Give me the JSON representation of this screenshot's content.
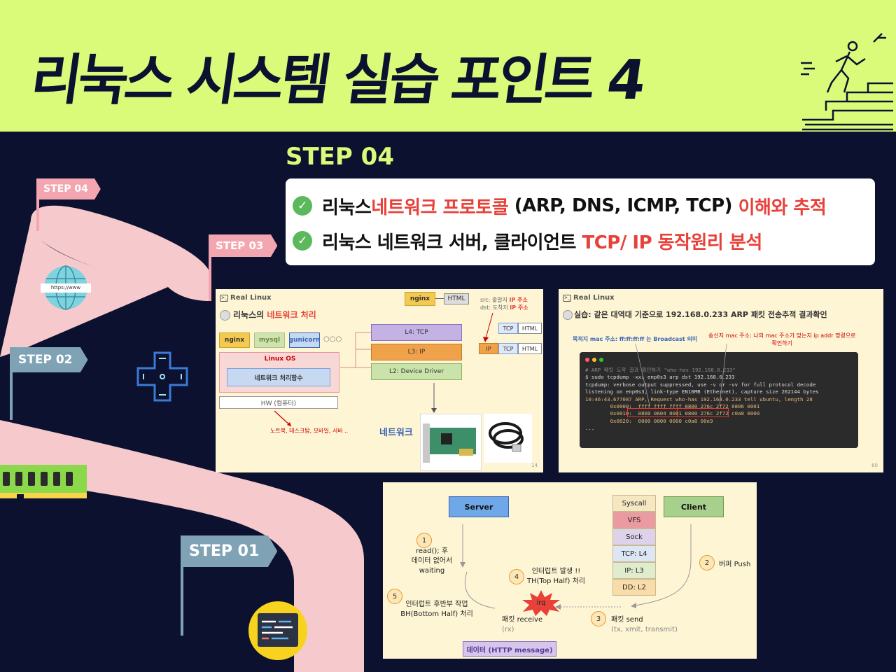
{
  "header": {
    "title": "리눅스 시스템 실습 포인트 4"
  },
  "steps": [
    {
      "label": "STEP 04",
      "color": "#f4a6b0"
    },
    {
      "label": "STEP 03",
      "color": "#f4a6b0"
    },
    {
      "label": "STEP 02",
      "color": "#7fa3b5"
    },
    {
      "label": "STEP 01",
      "color": "#7fa3b5"
    }
  ],
  "step_heading": "STEP 04",
  "objectives": [
    {
      "a": "리눅스 ",
      "b": "네트워크 프로토콜",
      "c": " (ARP, DNS, ICMP, TCP) ",
      "d": "이해와 추적"
    },
    {
      "a": "리눅스 네트워크 서버, 클라이언트 ",
      "b": "TCP/ IP 동작원리 분석"
    }
  ],
  "globe_text": "https://www",
  "slide1": {
    "logo": "Real Linux",
    "title_a": "리눅스의 ",
    "title_b": "네트워크 처리",
    "apps": [
      "nginx",
      "mysql",
      "gunicorn"
    ],
    "more": "○○○",
    "linux_os": "Linux OS",
    "net_func": "네트워크 처리함수",
    "hw": "HW (컴퓨터)",
    "devices": "노트북, 데스크탑, 모바일, 서버 ..",
    "layers": [
      "L4: TCP",
      "L3: IP",
      "L2: Device Driver"
    ],
    "top_nginx": "nginx",
    "top_html": "HTML",
    "src_a": "src: 출발지 ",
    "src_b": "IP 주소",
    "dst_a": "dst: 도착지 ",
    "dst_b": "IP 주소",
    "pkt_tcp": "TCP",
    "pkt_html": "HTML",
    "pkt_ip": "IP",
    "network": "네트워크",
    "page": "14"
  },
  "slide2": {
    "logo": "Real Linux",
    "title": "실습: 같은 대역대 기준으로 192.168.0.233 ARP 패킷 전송추적 결과확인",
    "note_left": "목적지 mac 주소: ff:ff:ff:ff 는 Broadcast 의미",
    "note_right_1": "송신지 mac 주소: 나의 mac 주소가 맞는지 ip addr 명령으로",
    "note_right_2": "확인하기",
    "terminal": [
      "# ARP 패킷 도착 결과 확인하기 \"who-has 192.168.0.233\"",
      "$ sudo tcpdump -xxi enp0s3 arp dst 192.168.0.233",
      "tcpdump: verbose output suppressed, use -v or -vv for full protocol decode",
      "listening on enp0s3, link-type EN10MB (Ethernet), capture size 262144 bytes",
      "10:46:43.677087 ARP, Request who-has 192.168.0.233 tell ubuntu, length 28",
      "        0x0000:  ffff ffff ffff 0800 276c 2f72 0806 0001",
      "        0x0010:  0800 0604 0001 0800 276c 2f72 c0a8 0000",
      "        0x0020:  0000 0000 0000 c0a8 00e9",
      "..."
    ],
    "page": "60"
  },
  "slide3": {
    "server": "Server",
    "client": "Client",
    "stack": [
      "Syscall",
      "VFS",
      "Sock",
      "TCP: L4",
      "IP: L3",
      "DD: L2"
    ],
    "steps": [
      {
        "n": "1",
        "text_1": "read(); 후",
        "text_2": "데이터 없어서",
        "text_3": "waiting"
      },
      {
        "n": "2",
        "text_1": "버퍼 Push"
      },
      {
        "n": "3",
        "text_1": "패킷 send",
        "text_2": "(tx, xmit, transmit)"
      },
      {
        "n": "4",
        "text_1": "인터럽트 발생 !!",
        "text_2": "TH(Top Half) 처리"
      },
      {
        "n": "5",
        "text_1": "인터럽트 후반부 작업",
        "text_2": "BH(Bottom Half) 처리"
      }
    ],
    "irq": "irq",
    "receive_1": "패킷 receive",
    "receive_2": "(rx)",
    "http": "데이터 (HTTP message)"
  }
}
